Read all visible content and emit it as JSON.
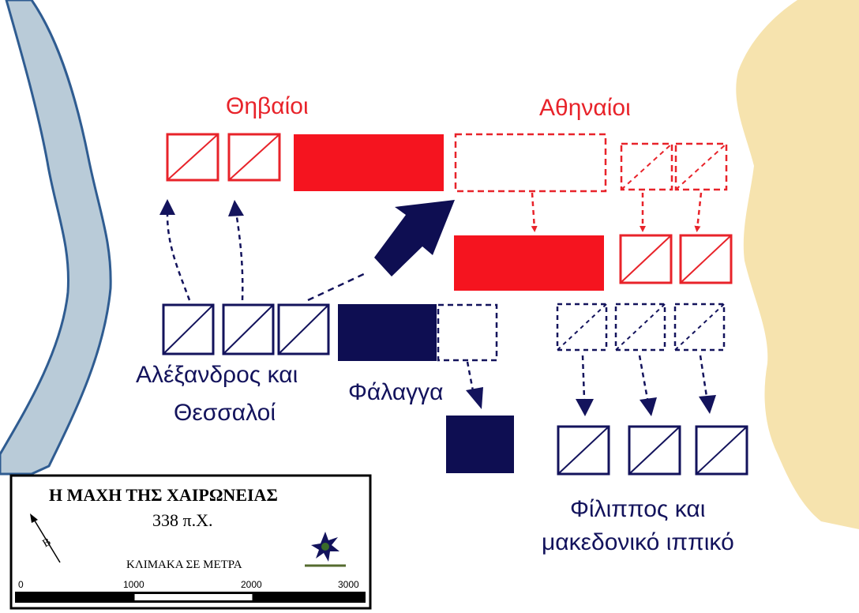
{
  "labels": {
    "thebans": "Θηβαίοι",
    "athenians": "Αθηναίοι",
    "alexander_line1": "Αλέξανδρος και",
    "alexander_line2": "Θεσσαλοί",
    "phalanx": "Φάλαγγα",
    "philip_line1": "Φίλιππος και",
    "philip_line2": "μακεδονικό ιππικό"
  },
  "legend": {
    "title": "Η ΜΑΧΗ ΤΗΣ ΧΑΙΡΩΝΕΙΑΣ",
    "date": "338 π.Χ.",
    "scale_label": "ΚΛΙΜΑΚΑ ΣΕ ΜΕΤΡΑ",
    "north_letter": "Β",
    "ticks": [
      "0",
      "1000",
      "2000",
      "3000"
    ]
  },
  "icons": {
    "north": "north-arrow-icon",
    "emblem": "star-emblem-icon"
  },
  "colors": {
    "allied_red": "#e8232a",
    "macedonian_navy": "#13135c",
    "river": "#b9cbd8",
    "river_edge": "#2f5c91",
    "hills": "#f6e3ae"
  }
}
